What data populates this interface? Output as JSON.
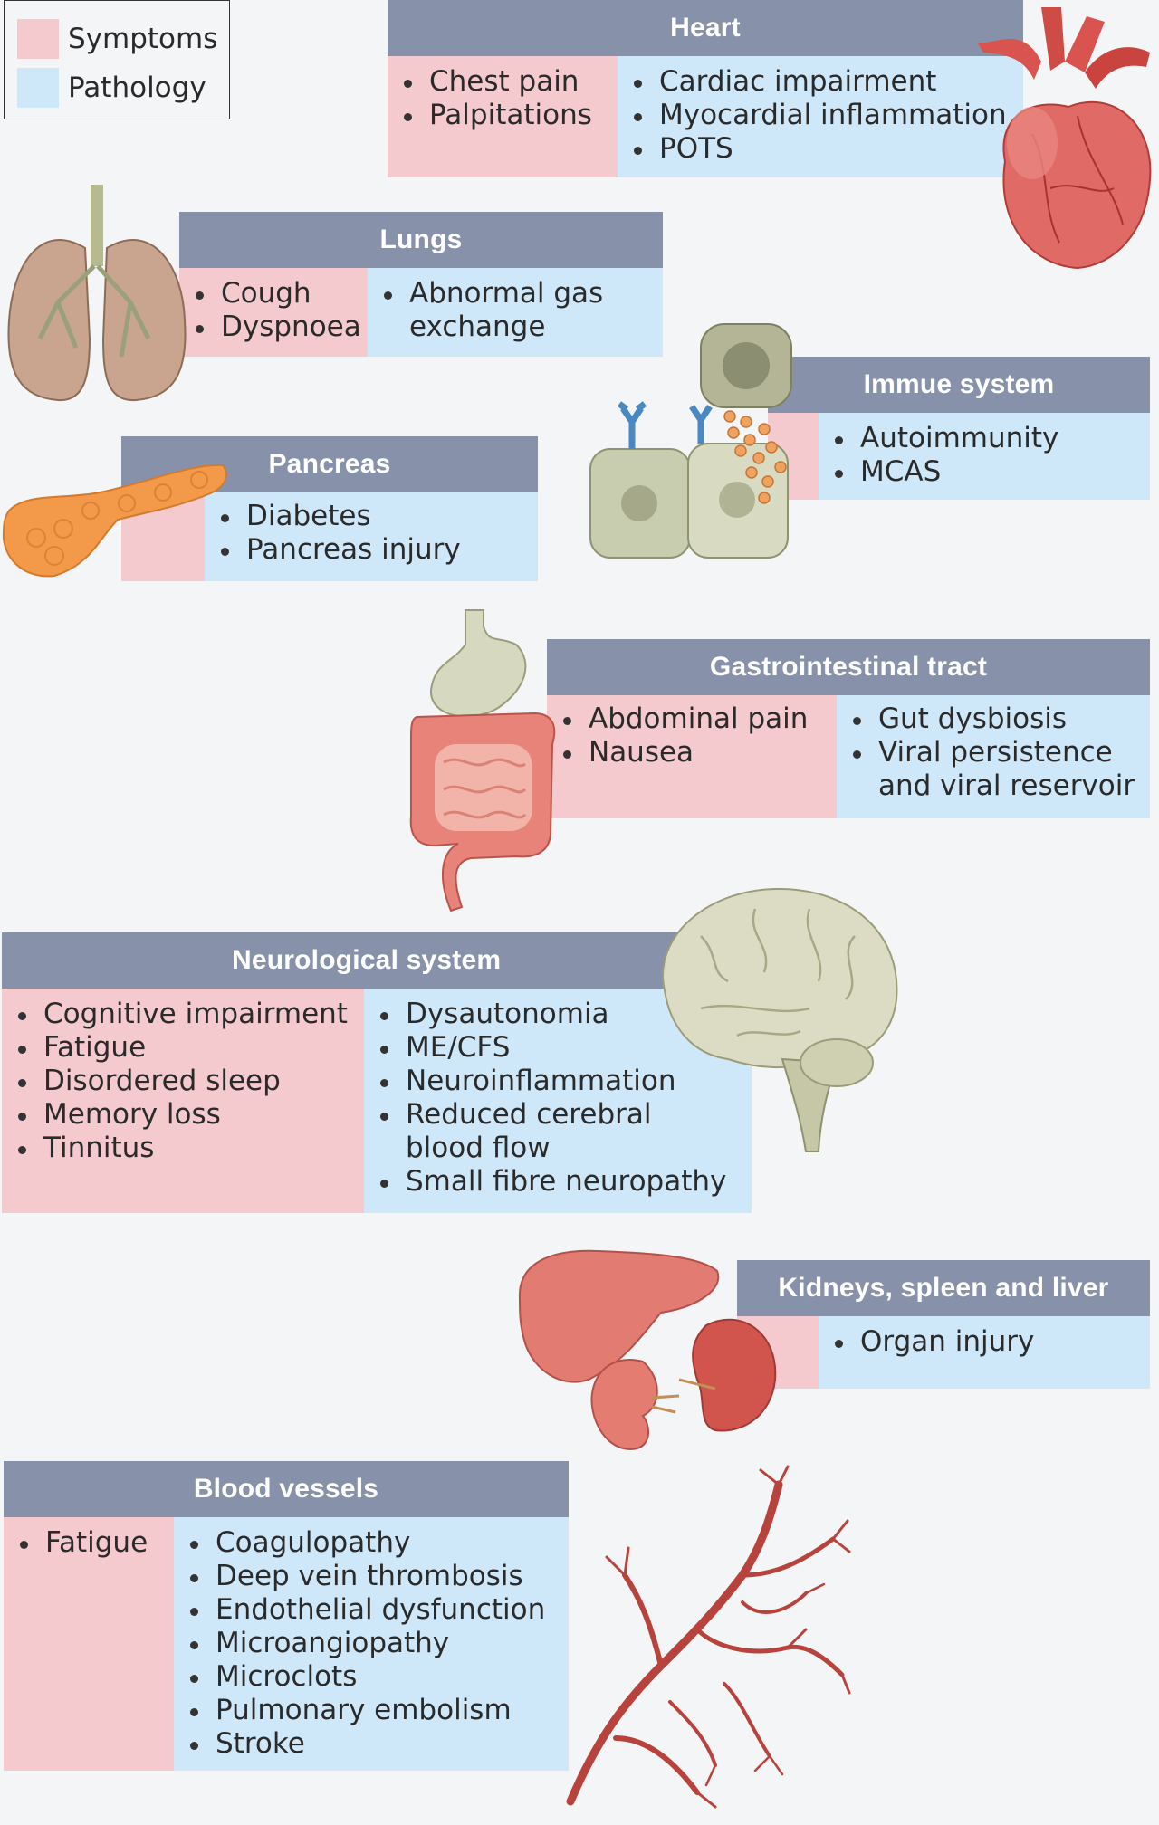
{
  "legend": {
    "symptoms_label": "Symptoms",
    "pathology_label": "Pathology",
    "symptoms_color": "#f5cace",
    "pathology_color": "#cfe8f9"
  },
  "colors": {
    "header": "#8792aa",
    "symptoms": "#f5cace",
    "pathology": "#cfe8f9"
  },
  "organs": {
    "heart": {
      "title": "Heart",
      "symptoms": [
        "Chest pain",
        "Palpitations"
      ],
      "pathology": [
        "Cardiac impairment",
        "Myocardial inflammation",
        "POTS"
      ]
    },
    "lungs": {
      "title": "Lungs",
      "symptoms": [
        "Cough",
        "Dyspnoea"
      ],
      "pathology": [
        "Abnormal gas",
        "exchange"
      ]
    },
    "immune": {
      "title": "Immue system",
      "symptoms": [],
      "pathology": [
        "Autoimmunity",
        "MCAS"
      ]
    },
    "pancreas": {
      "title": "Pancreas",
      "symptoms": [],
      "pathology": [
        "Diabetes",
        "Pancreas injury"
      ]
    },
    "gi": {
      "title": "Gastrointestinal tract",
      "symptoms": [
        "Abdominal pain",
        "Nausea"
      ],
      "pathology": [
        "Gut dysbiosis",
        "Viral persistence",
        "and viral reservoir"
      ]
    },
    "neuro": {
      "title": "Neurological system",
      "symptoms": [
        "Cognitive impairment",
        "Fatigue",
        "Disordered sleep",
        "Memory loss",
        "Tinnitus"
      ],
      "pathology": [
        "Dysautonomia",
        "ME/CFS",
        "Neuroinflammation",
        "Reduced cerebral",
        "blood flow",
        "Small fibre neuropathy"
      ]
    },
    "ksl": {
      "title": "Kidneys, spleen and liver",
      "symptoms": [],
      "pathology": [
        "Organ injury"
      ]
    },
    "blood": {
      "title": "Blood vessels",
      "symptoms": [
        "Fatigue"
      ],
      "pathology": [
        "Coagulopathy",
        "Deep vein thrombosis",
        "Endothelial dysfunction",
        "Microangiopathy",
        "Microclots",
        "Pulmonary embolism",
        "Stroke"
      ]
    }
  },
  "icons": [
    "heart-icon",
    "lungs-icon",
    "immune-cells-icon",
    "pancreas-icon",
    "gi-tract-icon",
    "brain-icon",
    "kidney-spleen-liver-icon",
    "blood-vessels-icon"
  ]
}
